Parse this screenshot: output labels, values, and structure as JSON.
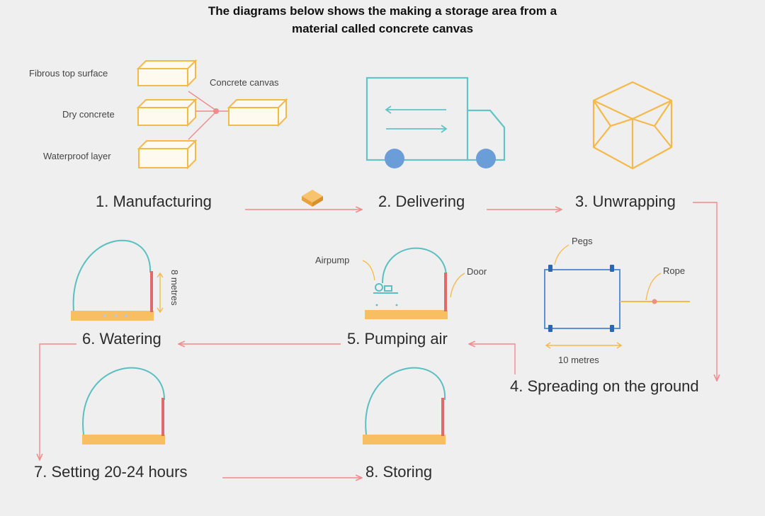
{
  "title": {
    "line1": "The diagrams below shows the making a storage area from a",
    "line2": "material called concrete canvas"
  },
  "steps": [
    {
      "label": "1. Manufacturing"
    },
    {
      "label": "2. Delivering"
    },
    {
      "label": "3. Unwrapping"
    },
    {
      "label": "4. Spreading on the ground"
    },
    {
      "label": "5. Pumping air"
    },
    {
      "label": "6. Watering"
    },
    {
      "label": "7. Setting 20-24 hours"
    },
    {
      "label": "8. Storing"
    }
  ],
  "manufacturing": {
    "layers": [
      "Fibrous top surface",
      "Dry concrete",
      "Waterproof layer"
    ],
    "product": "Concrete canvas"
  },
  "spreading": {
    "pegs": "Pegs",
    "rope": "Rope",
    "width": "10 metres"
  },
  "pumping": {
    "airpump": "Airpump",
    "door": "Door"
  },
  "watering": {
    "height": "8 metres"
  },
  "colors": {
    "background": "#efefef",
    "block": "#f5b94a",
    "arrow": "#ef8c8c",
    "truck": "#63c3c5",
    "wheel": "#6b9ed8",
    "frame": "#5b8fd6",
    "peg": "#2a66b8",
    "door": "#e2686a",
    "dome": "#5bbfc0",
    "base": "#f8be62"
  }
}
